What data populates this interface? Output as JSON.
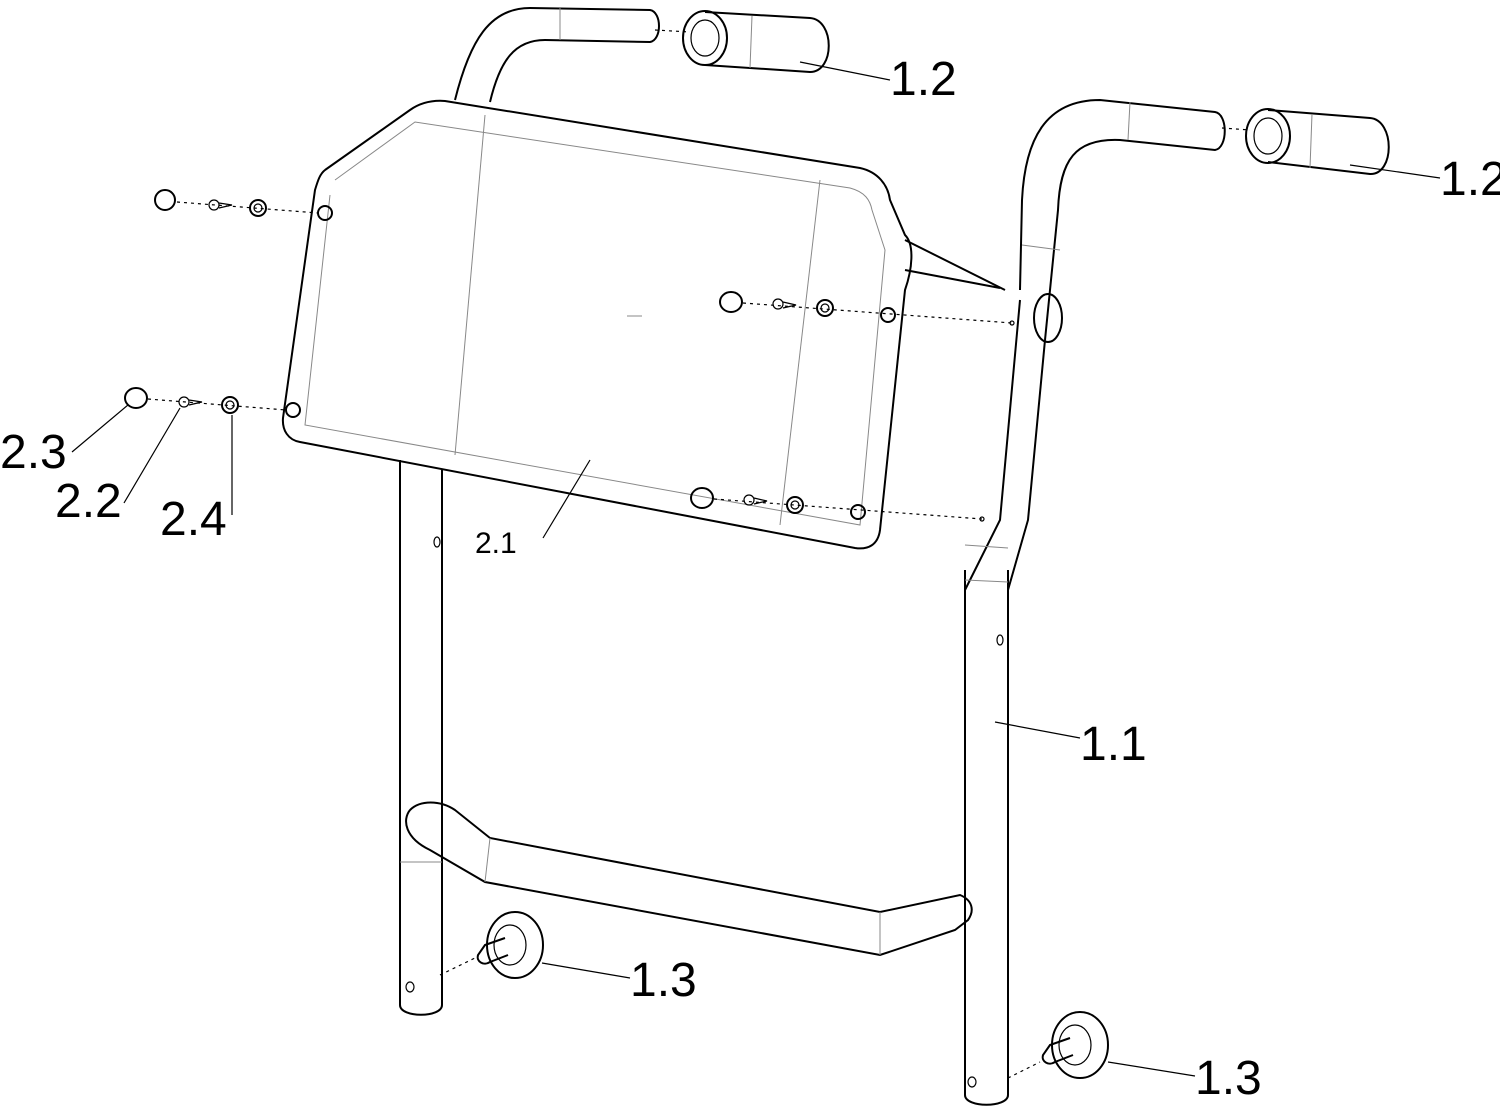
{
  "callouts": {
    "grip_top": "1.2",
    "grip_right": "1.2",
    "frame": "1.1",
    "knob_left": "1.3",
    "knob_right": "1.3",
    "backrest": "2.1",
    "cap": "2.3",
    "screw": "2.2",
    "washer": "2.4"
  },
  "colors": {
    "line": "#000000",
    "background": "#ffffff",
    "hidden_line": "#888888"
  }
}
